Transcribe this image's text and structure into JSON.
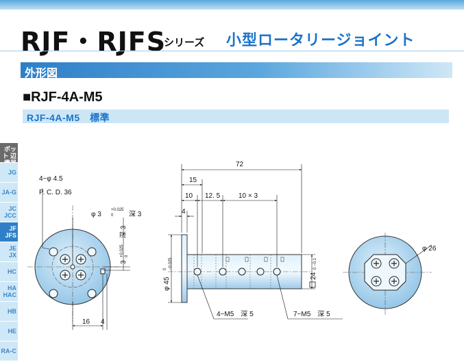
{
  "header": {
    "title": "RJF・RJFS",
    "title_suffix": "シリーズ",
    "subtitle": "小型ロータリージョイント"
  },
  "section": {
    "label": "外形図"
  },
  "model": {
    "heading": "■RJF-4A-M5",
    "variant": "RJF-4A-M5　標準"
  },
  "side_tabs": [
    {
      "label": "ボット 辺機器",
      "state": "dark"
    },
    {
      "label": "JG",
      "state": "normal"
    },
    {
      "label": "JA-G",
      "state": "normal"
    },
    {
      "label": "JC JCC",
      "state": "normal"
    },
    {
      "label": "JF JFS",
      "state": "active"
    },
    {
      "label": "JE JX",
      "state": "normal"
    },
    {
      "label": "HC",
      "state": "normal"
    },
    {
      "label": "HA HAC",
      "state": "normal"
    },
    {
      "label": "HB",
      "state": "normal"
    },
    {
      "label": "HE",
      "state": "normal"
    },
    {
      "label": "RA-C",
      "state": "normal"
    }
  ],
  "drawing": {
    "left_view": {
      "hole_callout": "4−φ 4.5",
      "pcd": "P. C. D. 36",
      "bore": "φ 3",
      "bore_tol_upper": "+0.025",
      "bore_tol_lower": "0",
      "bore_depth": "深 3",
      "vertical_dim": "3",
      "vertical_tol_upper": "+0.025",
      "vertical_tol_lower": "0",
      "depth_vertical": "深 3",
      "dim_16": "16",
      "dim_4": "4"
    },
    "center_view": {
      "overall": "72",
      "dim_15": "15",
      "dim_10": "10",
      "dim_12_5": "12. 5",
      "dim_pitch": "10 × 3",
      "flange": "4",
      "diameter": "φ 45",
      "diameter_tol_upper": "0",
      "diameter_tol_lower": "−0.025",
      "hex": "24",
      "hex_tol": "0 −0.1",
      "ports_left": "4−M5　深 5",
      "ports_right": "7−M5　深 5"
    },
    "right_view": {
      "diameter": "φ 26"
    }
  }
}
